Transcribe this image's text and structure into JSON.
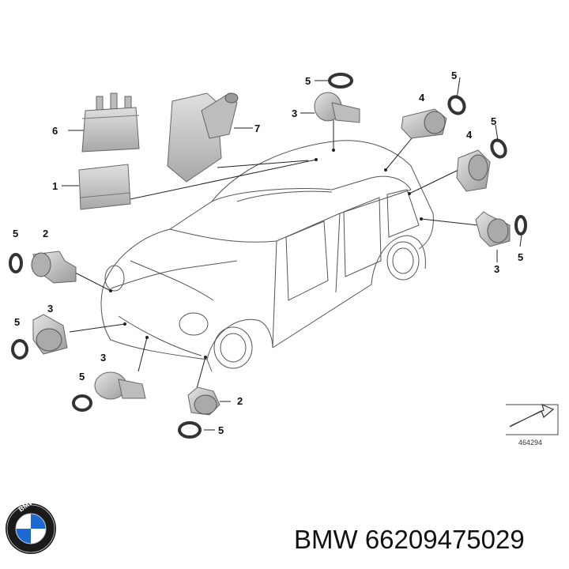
{
  "diagram": {
    "callouts": {
      "c1": "1",
      "c2a": "2",
      "c2b": "2",
      "c3a": "3",
      "c3b": "3",
      "c3c": "3",
      "c3d": "3",
      "c4a": "4",
      "c4b": "4",
      "c5a": "5",
      "c5b": "5",
      "c5c": "5",
      "c5d": "5",
      "c5e": "5",
      "c5f": "5",
      "c5g": "5",
      "c5h": "5",
      "c6": "6",
      "c7": "7"
    },
    "diagram_number": "464294"
  },
  "caption": {
    "brand": "BMW",
    "part_number": "66209475029"
  },
  "colors": {
    "part_fill": "#c9c9c9",
    "part_dark": "#8e8e8e",
    "ring": "#333333",
    "logo_blue": "#1c69d4"
  },
  "logo": {
    "letters": "BMW"
  }
}
